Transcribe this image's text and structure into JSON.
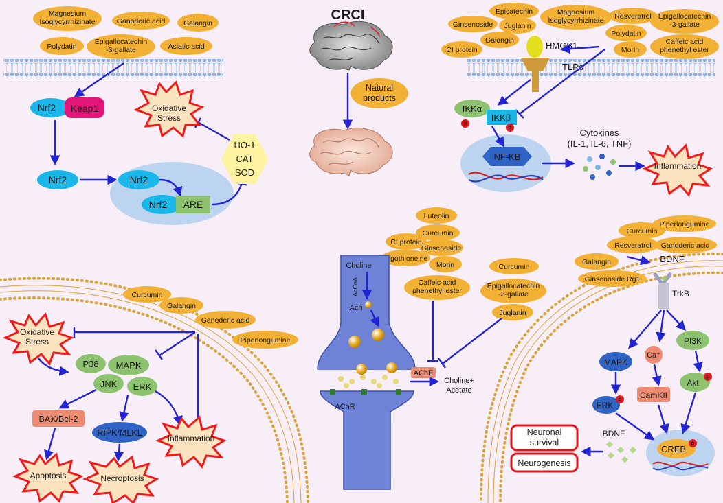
{
  "center": {
    "title": "CRCI",
    "natural_products": "Natural products"
  },
  "nrf2_panel": {
    "compounds": [
      "Magnesium Isoglycyrrhizinate",
      "Ganoderic acid",
      "Galangin",
      "Polydatin",
      "Epigallocatechin -3-gallate",
      "Asiatic acid"
    ],
    "nrf2": "Nrf2",
    "keap1": "Keap1",
    "are": "ARE",
    "oxidative_stress": [
      "Oxidative",
      "Stress"
    ],
    "enzymes": [
      "HO-1",
      "CAT",
      "SOD"
    ]
  },
  "nfkb_panel": {
    "compounds": [
      "Epicatechin",
      "Magnesium Isoglycyrrhizinate",
      "Resveratrol",
      "Epigallocatechin -3-gallate",
      "Ginsenoside",
      "Juglanin",
      "Polydatin",
      "Galangin",
      "CI protein",
      "Morin",
      "Caffeic acid phenethyl ester"
    ],
    "hmgb1": "HMGB1",
    "tlrs": "TLRs",
    "ikka": "IKKα",
    "ikkb": "IKKβ",
    "nfkb": "NF-KB",
    "cytokines": [
      "Cytokines",
      "(IL-1, IL-6, TNF)"
    ],
    "inflammation": "Inflammation",
    "p_mark": "P"
  },
  "ache_panel": {
    "compounds": [
      "Luteolin",
      "Curcumin",
      "CI protein",
      "Ginsenoside",
      "Ergothioneine",
      "Morin",
      "Caffeic acid phenethyl ester",
      "Curcumin",
      "Epigallocatechin -3-gallate",
      "Juglanin"
    ],
    "choline": "Choline",
    "accoa": "AcCoA",
    "ach": "Ach",
    "ache": "AChE",
    "achr": "AChR",
    "products": [
      "Choline+",
      "Acetate"
    ]
  },
  "mapk_panel": {
    "compounds": [
      "Curcumin",
      "Galangin",
      "Ganoderic acid",
      "Piperlongumine"
    ],
    "oxidative_stress": [
      "Oxidative",
      "Stress"
    ],
    "p38": "P38",
    "mapk": "MAPK",
    "jnk": "JNK",
    "erk": "ERK",
    "bax": "BAX/Bcl-2",
    "ripk": "RIPK/MLKL",
    "inflammation": "Inflammation",
    "apoptosis": "Apoptosis",
    "necroptosis": "Necroptosis"
  },
  "bdnf_panel": {
    "compounds": [
      "Curcumin",
      "Piperlongumine",
      "Resveratrol",
      "Ganoderic acid",
      "Galangin",
      "Ginsenoside Rg1"
    ],
    "bdnf": "BDNF",
    "trkb": "TrkB",
    "mapk": "MAPK",
    "ca": "Ca⁺",
    "pi3k": "PI3K",
    "erk": "ERK",
    "camkii": "CamKII",
    "akt": "Akt",
    "creb": "CREB",
    "bdnf_release": "BDNF",
    "neuronal_survival": [
      "Neuronal",
      "survival"
    ],
    "neurogenesis": "Neurogenesis",
    "p_mark": "P"
  },
  "colors": {
    "background": "#f8eef8",
    "compound_pill": "#f2b134",
    "arrow": "#2323d6",
    "nrf2": "#1ab8ea",
    "keap1": "#e5157a",
    "are": "#8dc26f",
    "node_green": "#8dc26f",
    "node_blue": "#2f63c6",
    "node_salmon": "#ec8a72",
    "burst_red": "#f01a1a",
    "burst_fill": "#fbe3c0",
    "title_red": "#e8202a"
  }
}
